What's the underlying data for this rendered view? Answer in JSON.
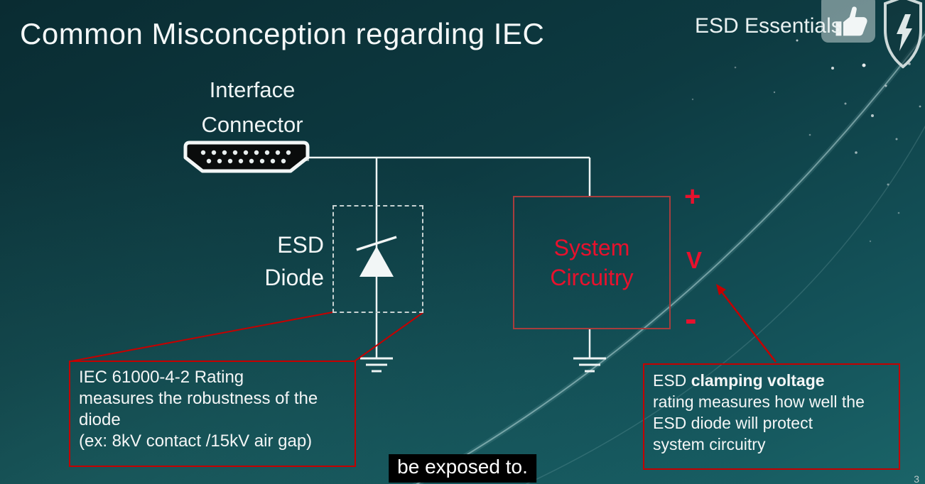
{
  "header": {
    "title": "Common Misconception regarding IEC",
    "brand": "ESD Essentials"
  },
  "diagram": {
    "connector": {
      "label_line1": "Interface",
      "label_line2": "Connector"
    },
    "esd_diode": {
      "label_line1": "ESD",
      "label_line2": "Diode"
    },
    "system_box": {
      "line1": "System",
      "line2": "Circuitry"
    },
    "polarity": {
      "plus": "+",
      "v": "V",
      "minus": "-"
    }
  },
  "callouts": {
    "iec_rating": {
      "line1": "IEC 61000-4-2 Rating",
      "line2": "measures the robustness of the",
      "line3": "diode",
      "line4": "(ex: 8kV contact /15kV air gap)"
    },
    "clamping": {
      "line1_prefix": "ESD ",
      "line1_bold": "clamping voltage",
      "line2": "rating measures how well the",
      "line3": "ESD diode will protect",
      "line4": "system circuitry"
    }
  },
  "caption": "be exposed to.",
  "page_number": "3",
  "colors": {
    "accent_red": "#c40000",
    "bright_red": "#e8112d"
  }
}
